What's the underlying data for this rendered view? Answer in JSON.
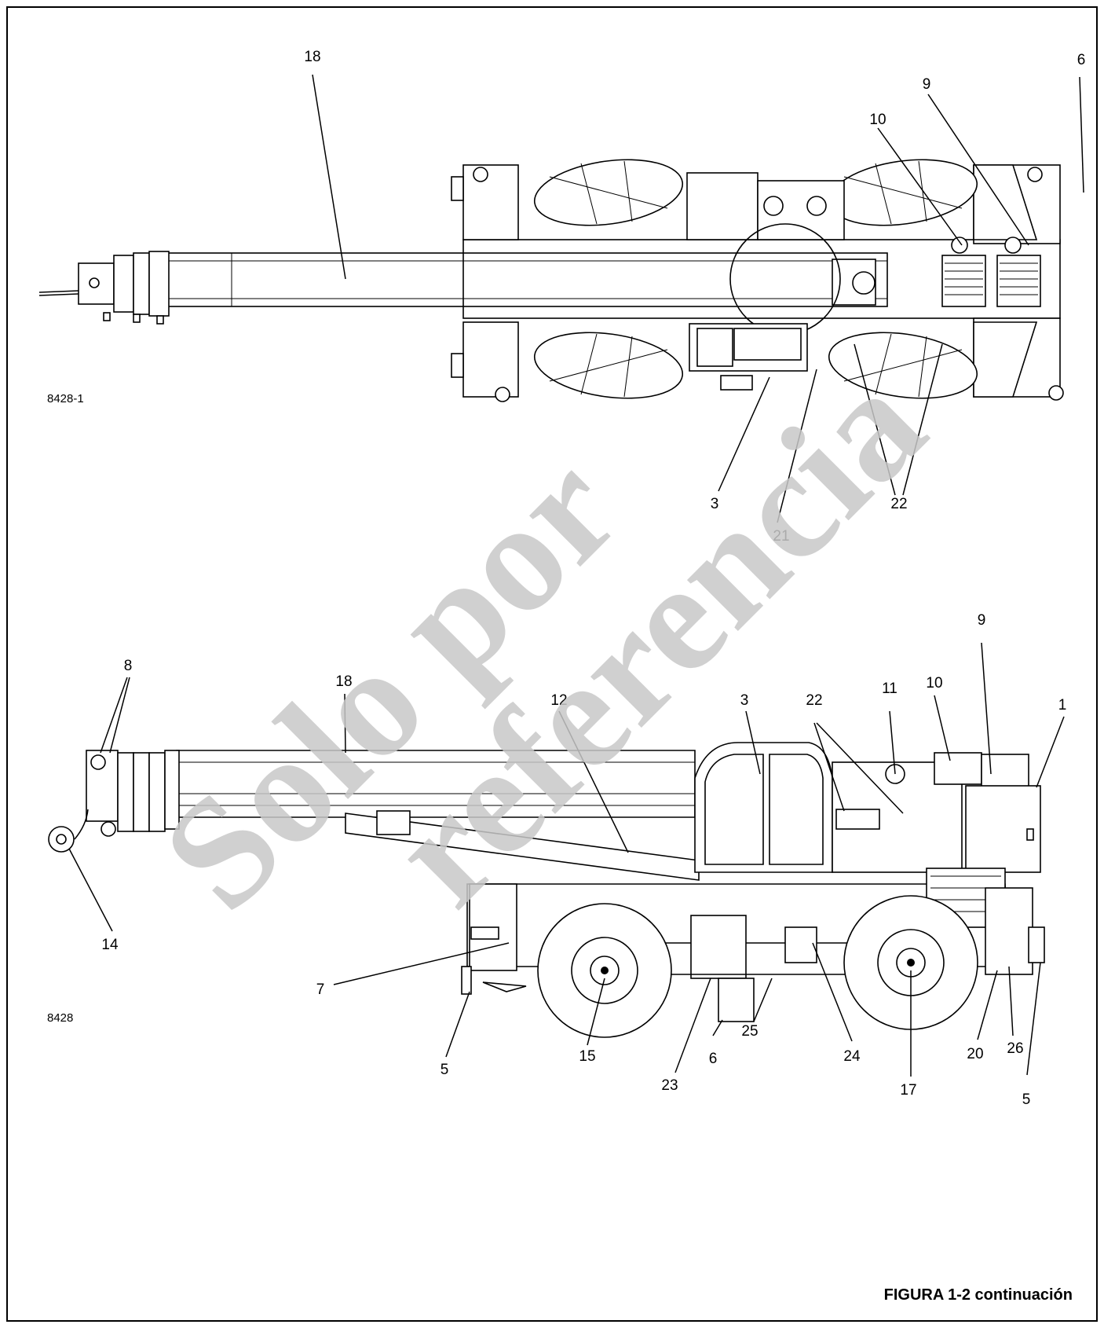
{
  "top_view": {
    "figure_code": "8428-1",
    "callouts": {
      "c18": "18",
      "c6": "6",
      "c9": "9",
      "c10": "10",
      "c3": "3",
      "c21": "21",
      "c22": "22"
    }
  },
  "side_view": {
    "figure_code": "8428",
    "callouts": {
      "c8": "8",
      "c18": "18",
      "c12": "12",
      "c3": "3",
      "c22": "22",
      "c11": "11",
      "c10": "10",
      "c9": "9",
      "c1": "1",
      "c14": "14",
      "c7": "7",
      "c5a": "5",
      "c15": "15",
      "c23": "23",
      "c6": "6",
      "c25": "25",
      "c24": "24",
      "c17": "17",
      "c20": "20",
      "c26": "26",
      "c5b": "5"
    }
  },
  "watermark": {
    "line1": "Solo por",
    "line2": "referencia"
  },
  "caption": "FIGURA 1-2 continuación"
}
